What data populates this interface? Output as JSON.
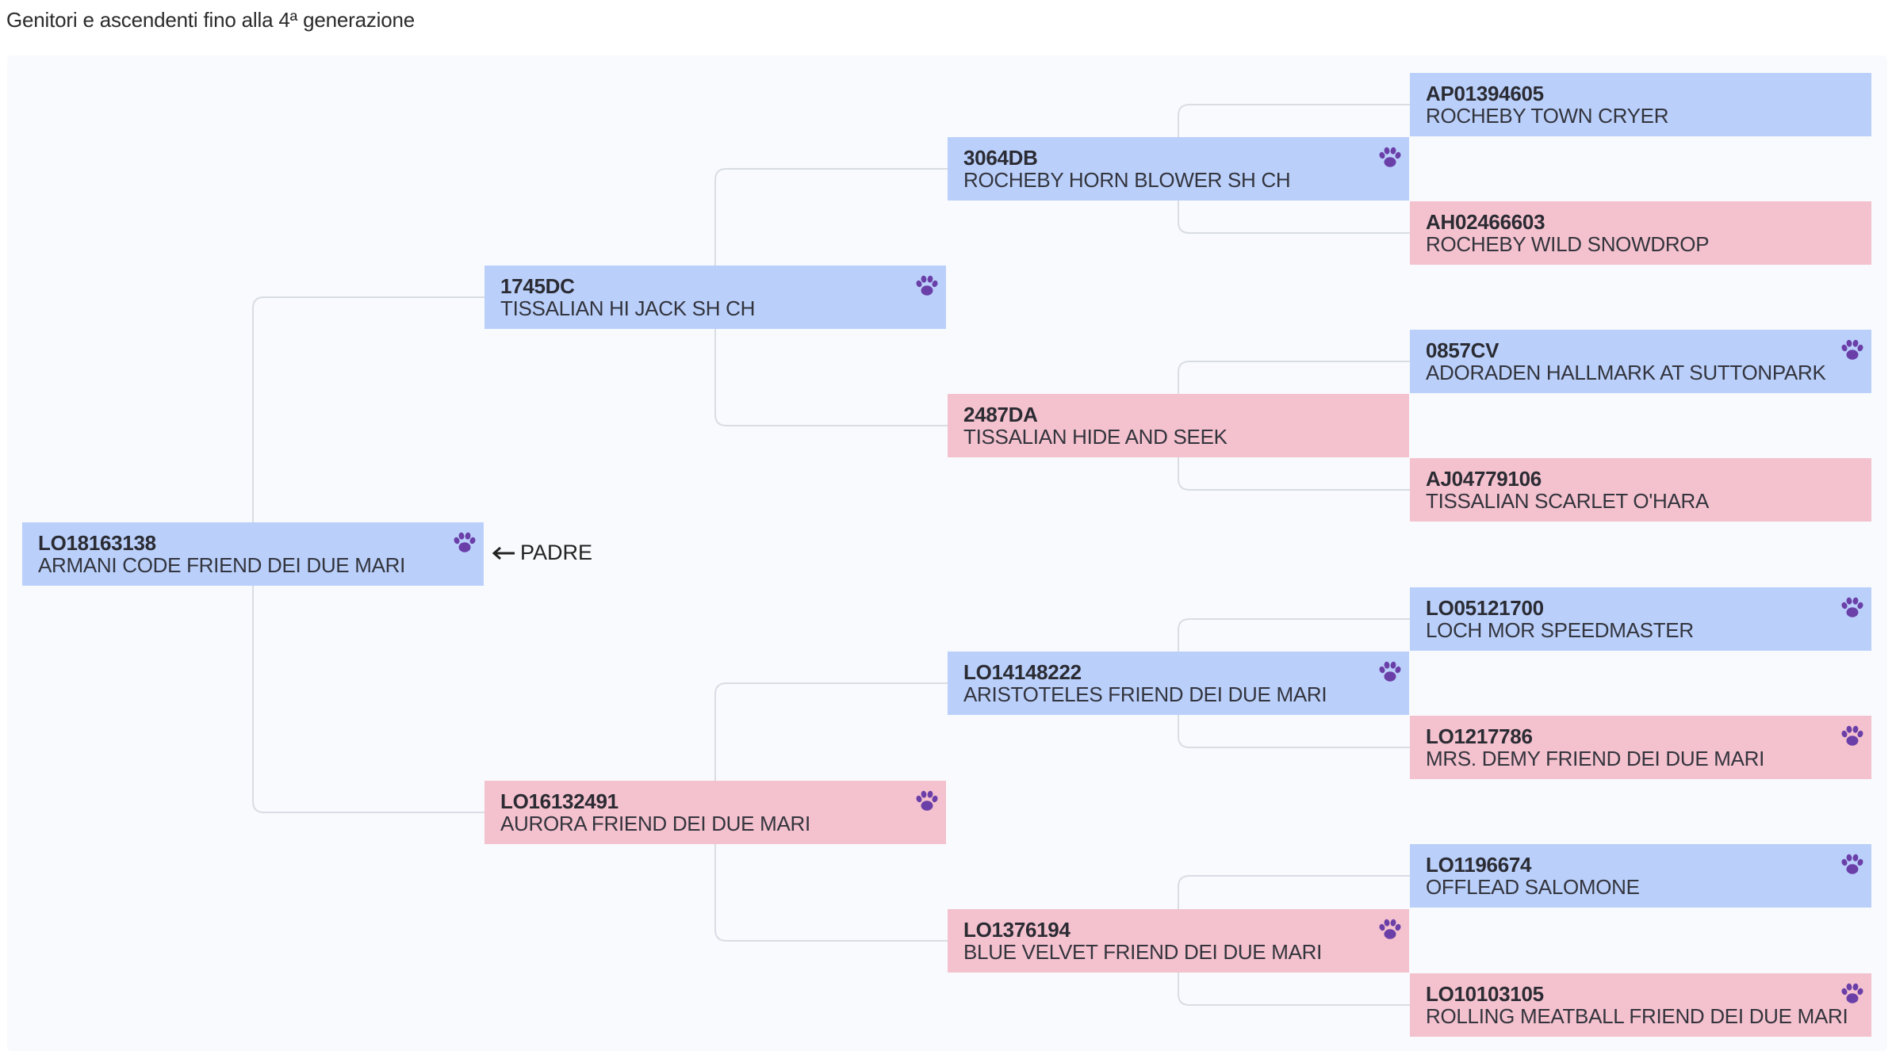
{
  "header": {
    "title": "Genitori e ascendenti fino alla 4ª generazione"
  },
  "subject": {
    "arrow_label": "PADRE"
  },
  "colors": {
    "male": "#bad0fb",
    "female": "#f4c2ce",
    "paw": "#6b3fa8",
    "connector": "#d9dde3"
  },
  "icons": {
    "paw": "paw-icon",
    "arrow": "arrow-left-icon"
  },
  "nodes": [
    {
      "id": "n0",
      "reg": "LO18163138",
      "name": "ARMANI CODE FRIEND DEI DUE MARI",
      "sex": "m",
      "paw": true
    },
    {
      "id": "n1",
      "reg": "1745DC",
      "name": "TISSALIAN HI JACK SH CH",
      "sex": "m",
      "paw": true
    },
    {
      "id": "n2",
      "reg": "LO16132491",
      "name": "AURORA FRIEND DEI DUE MARI",
      "sex": "f",
      "paw": true
    },
    {
      "id": "n3",
      "reg": "3064DB",
      "name": "ROCHEBY HORN BLOWER SH CH",
      "sex": "m",
      "paw": true
    },
    {
      "id": "n4",
      "reg": "2487DA",
      "name": "TISSALIAN HIDE AND SEEK",
      "sex": "f",
      "paw": false
    },
    {
      "id": "n5",
      "reg": "LO14148222",
      "name": "ARISTOTELES FRIEND DEI DUE MARI",
      "sex": "m",
      "paw": true
    },
    {
      "id": "n6",
      "reg": "LO1376194",
      "name": "BLUE VELVET FRIEND DEI DUE MARI",
      "sex": "f",
      "paw": true
    },
    {
      "id": "n7",
      "reg": "AP01394605",
      "name": "ROCHEBY TOWN CRYER",
      "sex": "m",
      "paw": false
    },
    {
      "id": "n8",
      "reg": "AH02466603",
      "name": "ROCHEBY WILD SNOWDROP",
      "sex": "f",
      "paw": false
    },
    {
      "id": "n9",
      "reg": "0857CV",
      "name": "ADORADEN HALLMARK AT SUTTONPARK",
      "sex": "m",
      "paw": true
    },
    {
      "id": "n10",
      "reg": "AJ04779106",
      "name": "TISSALIAN SCARLET O'HARA",
      "sex": "f",
      "paw": false
    },
    {
      "id": "n11",
      "reg": "LO05121700",
      "name": "LOCH MOR SPEEDMASTER",
      "sex": "m",
      "paw": true
    },
    {
      "id": "n12",
      "reg": "LO1217786",
      "name": "MRS. DEMY FRIEND DEI DUE MARI",
      "sex": "f",
      "paw": true
    },
    {
      "id": "n13",
      "reg": "LO1196674",
      "name": "OFFLEAD SALOMONE",
      "sex": "m",
      "paw": true
    },
    {
      "id": "n14",
      "reg": "LO10103105",
      "name": "ROLLING MEATBALL FRIEND DEI DUE MARI",
      "sex": "f",
      "paw": true
    }
  ]
}
